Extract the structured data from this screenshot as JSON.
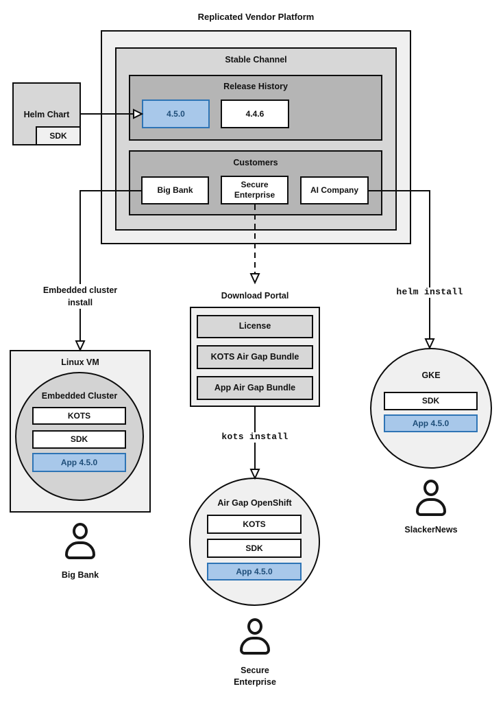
{
  "title": "Replicated Vendor Platform",
  "platform": {
    "stable_channel": "Stable Channel",
    "release_history": "Release History",
    "releases": [
      "4.5.0",
      "4.4.6"
    ],
    "customers_label": "Customers",
    "customers": [
      "Big Bank",
      "Secure Enterprise",
      "AI Company"
    ]
  },
  "helm_chart": {
    "label": "Helm Chart",
    "sdk": "SDK"
  },
  "install_flows": {
    "embedded": "Embedded cluster install",
    "kots": "kots install",
    "helm": "helm install"
  },
  "download_portal": {
    "label": "Download Portal",
    "items": [
      "License",
      "KOTS Air Gap Bundle",
      "App Air Gap Bundle"
    ]
  },
  "linux_vm": {
    "label": "Linux VM",
    "cluster_label": "Embedded Cluster",
    "components": [
      "KOTS",
      "SDK",
      "App 4.5.0"
    ],
    "user": "Big Bank"
  },
  "air_gap_openshift": {
    "label": "Air Gap OpenShift",
    "components": [
      "KOTS",
      "SDK",
      "App 4.5.0"
    ],
    "user": "Secure Enterprise"
  },
  "gke": {
    "label": "GKE",
    "components": [
      "SDK",
      "App 4.5.0"
    ],
    "user": "SlackerNews"
  },
  "colors": {
    "hl_fill": "#a8c8ea",
    "hl_border": "#2e74b5",
    "hl_text": "#1f4e79",
    "box_light": "#f0f0f0",
    "box_medium": "#d7d7d7",
    "box_dark": "#b5b5b5"
  }
}
